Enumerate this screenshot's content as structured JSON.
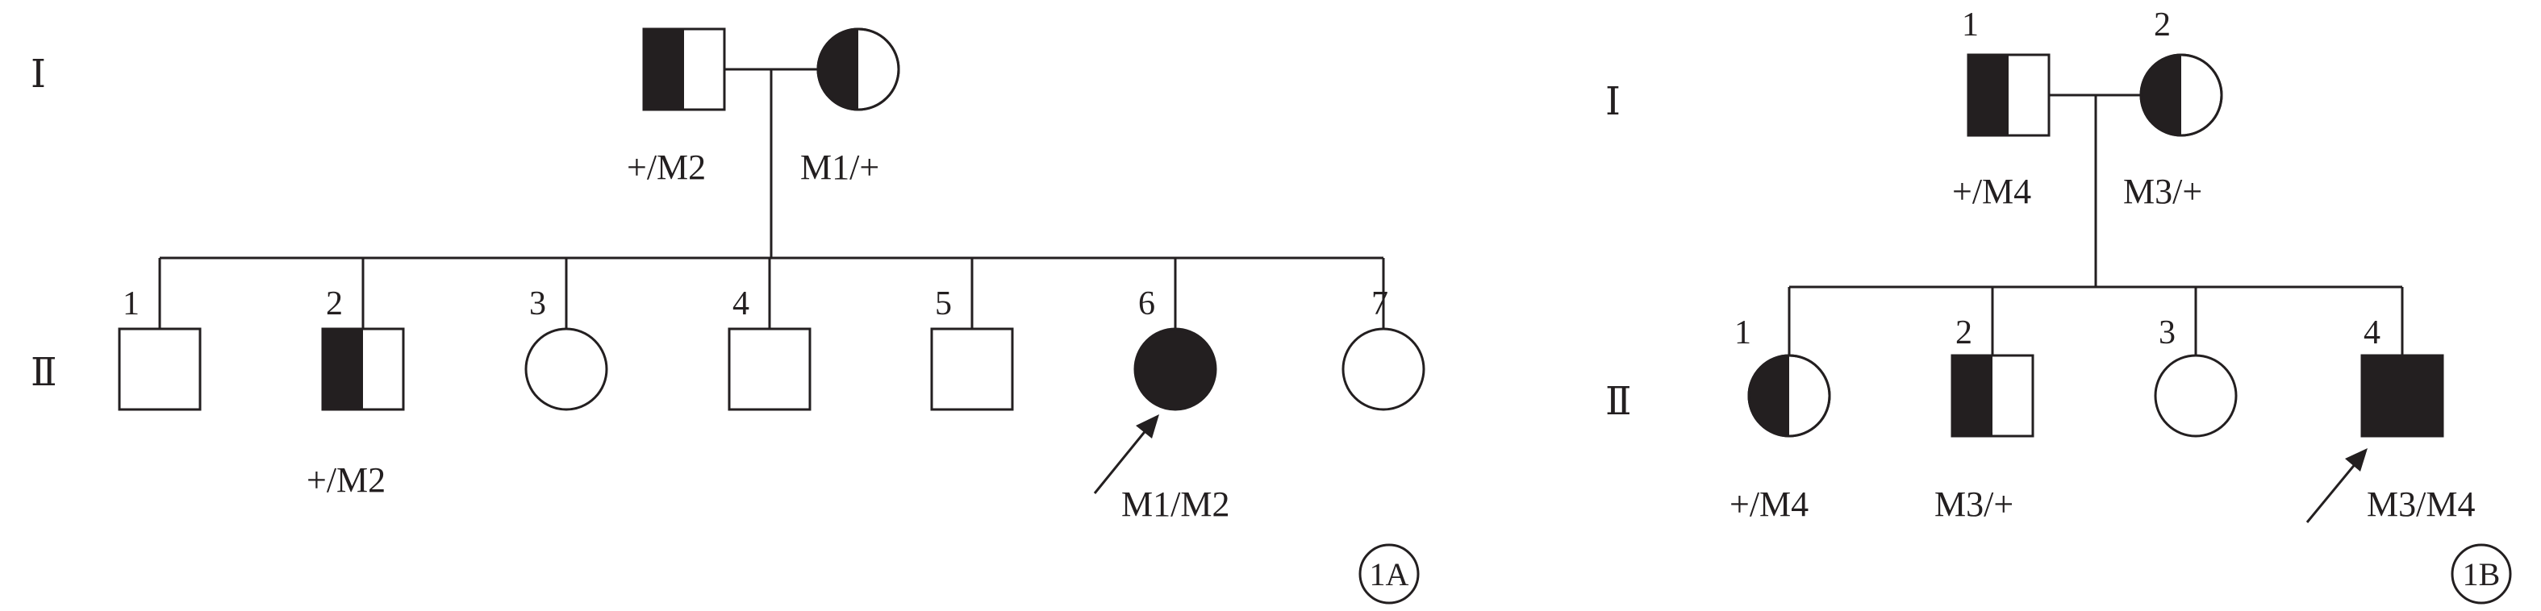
{
  "colors": {
    "ink": "#231f20",
    "background": "#ffffff"
  },
  "panels": [
    {
      "id": "1A",
      "figure_label": "1A",
      "generations": [
        "Ⅰ",
        "Ⅱ"
      ],
      "parents": {
        "father": {
          "sex": "male",
          "affection": "carrier",
          "genotype": "+/M2"
        },
        "mother": {
          "sex": "female",
          "affection": "carrier",
          "genotype": "M1/+"
        }
      },
      "children": [
        {
          "number": "1",
          "sex": "male",
          "affection": "unaffected",
          "genotype": ""
        },
        {
          "number": "2",
          "sex": "male",
          "affection": "carrier",
          "genotype": "+/M2"
        },
        {
          "number": "3",
          "sex": "female",
          "affection": "unaffected",
          "genotype": ""
        },
        {
          "number": "4",
          "sex": "male",
          "affection": "unaffected",
          "genotype": ""
        },
        {
          "number": "5",
          "sex": "male",
          "affection": "unaffected",
          "genotype": ""
        },
        {
          "number": "6",
          "sex": "female",
          "affection": "affected",
          "genotype": "M1/M2",
          "proband": true
        },
        {
          "number": "7",
          "sex": "female",
          "affection": "unaffected",
          "genotype": ""
        }
      ]
    },
    {
      "id": "1B",
      "figure_label": "1B",
      "generations": [
        "Ⅰ",
        "Ⅱ"
      ],
      "parents": {
        "father": {
          "number": "1",
          "sex": "male",
          "affection": "carrier",
          "genotype": "+/M4"
        },
        "mother": {
          "number": "2",
          "sex": "female",
          "affection": "carrier",
          "genotype": "M3/+"
        }
      },
      "children": [
        {
          "number": "1",
          "sex": "female",
          "affection": "carrier",
          "genotype": "+/M4"
        },
        {
          "number": "2",
          "sex": "male",
          "affection": "carrier",
          "genotype": "M3/+"
        },
        {
          "number": "3",
          "sex": "female",
          "affection": "unaffected",
          "genotype": ""
        },
        {
          "number": "4",
          "sex": "male",
          "affection": "affected",
          "genotype": "M3/M4",
          "proband": true
        }
      ]
    }
  ]
}
